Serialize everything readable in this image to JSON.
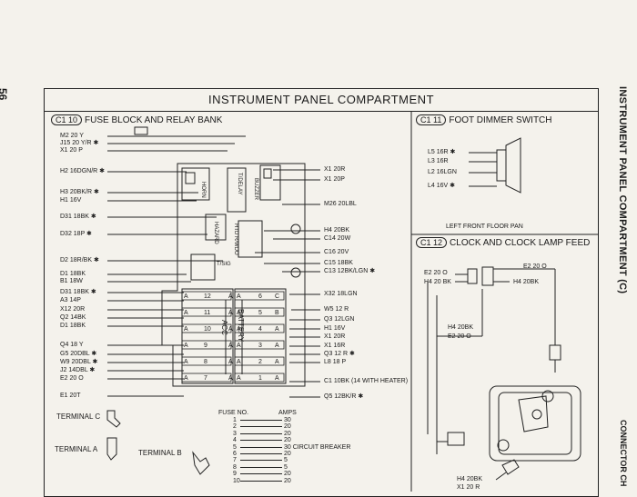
{
  "page_number": "56",
  "side_title": "INSTRUMENT PANEL COMPARTMENT (C)",
  "side_footer": "CONNECTOR CH",
  "main_title": "INSTRUMENT PANEL COMPARTMENT",
  "sections": {
    "c1_10": {
      "tag": "C1 10",
      "title": "FUSE BLOCK AND RELAY BANK"
    },
    "c1_11": {
      "tag": "C1 11",
      "title": "FOOT DIMMER SWITCH"
    },
    "c1_12": {
      "tag": "C1 12",
      "title": "CLOCK AND CLOCK LAMP FEED"
    }
  },
  "left_wires": [
    "M2 20 Y",
    "J15 20 Y/R ✱",
    "X1 20 P",
    "H2 16DGN/R ✱",
    "H3 20BK/R ✱",
    "H1 16V",
    "D31 18BK ✱",
    "D32 18P ✱",
    "D2 18R/BK ✱",
    "D1 18BK",
    "B1 18W",
    "D31 18BK ✱",
    "A3 14P",
    "X12 20R",
    "Q2 14BK",
    "D1 18BK",
    "Q4 18 Y",
    "G5 20DBL ✱",
    "W9 20DBL ✱",
    "J2 14DBL ✱",
    "E2 20 O",
    "E1 20T"
  ],
  "right_wires": [
    "X1 20R",
    "X1 20P",
    "M26 20LBL",
    "H4 20BK",
    "C14 20W",
    "C16 20V",
    "C15 18BK",
    "C13 12BK/LGN ✱",
    "X32 18LGN",
    "W5 12 R",
    "Q3 12LGN",
    "H1 16V",
    "X1 20R",
    "X1 16R",
    "Q3 12 R ✱",
    "L8 18 P",
    "C1 10BK (14 WITH HEATER)",
    "Q5 12BK/R ✱"
  ],
  "relay_labels": {
    "horn": "HORN",
    "delay": "T/DELAY",
    "buzzer": "BUZZER",
    "hazard": "HAZARD",
    "htd": "HTD R/WDO",
    "tsig": "T/SIG"
  },
  "block_labels": {
    "acc": "ACC",
    "battery": "BATTERY"
  },
  "fuse_slots": {
    "left": [
      {
        "a": "A",
        "n": "12",
        "b": "A"
      },
      {
        "a": "A",
        "n": "11",
        "b": "A"
      },
      {
        "a": "A",
        "n": "10",
        "b": "A"
      },
      {
        "a": "A",
        "n": "9",
        "b": "A"
      },
      {
        "a": "A",
        "n": "8",
        "b": "A"
      },
      {
        "a": "A",
        "n": "7",
        "b": "A"
      }
    ],
    "right": [
      {
        "a": "A",
        "n": "6",
        "b": "C"
      },
      {
        "a": "A",
        "n": "5",
        "b": "B"
      },
      {
        "a": "A",
        "n": "4",
        "b": "A"
      },
      {
        "a": "A",
        "n": "3",
        "b": "A"
      },
      {
        "a": "A",
        "n": "2",
        "b": "A"
      },
      {
        "a": "A",
        "n": "1",
        "b": "A"
      }
    ]
  },
  "fuse_table": {
    "header_no": "FUSE NO.",
    "header_amps": "AMPS",
    "rows": [
      [
        "1",
        "30"
      ],
      [
        "2",
        "20"
      ],
      [
        "3",
        "20"
      ],
      [
        "4",
        "20"
      ],
      [
        "5",
        "30 CIRCUIT BREAKER"
      ],
      [
        "6",
        "20"
      ],
      [
        "7",
        "5"
      ],
      [
        "8",
        "5"
      ],
      [
        "9",
        "20"
      ],
      [
        "10",
        "20"
      ]
    ]
  },
  "terminals": {
    "c": "TERMINAL C",
    "a": "TERMINAL A",
    "b": "TERMINAL B"
  },
  "dimmer_wires": [
    "L5 16R ✱",
    "L3 16R",
    "L2 16LGN",
    "L4 16V ✱"
  ],
  "dimmer_caption": "LEFT FRONT FLOOR PAN",
  "clock_wires": {
    "e2_left": "E2 20 O",
    "h4_left": "H4 20 BK",
    "e2_right": "E2 20 O",
    "h4_right": "H4 20BK",
    "h4_mid": "H4 20BK",
    "e2_mid": "E2 20 O",
    "h4_bottom": "H4 20BK",
    "x1_bottom": "X1 20 R"
  }
}
